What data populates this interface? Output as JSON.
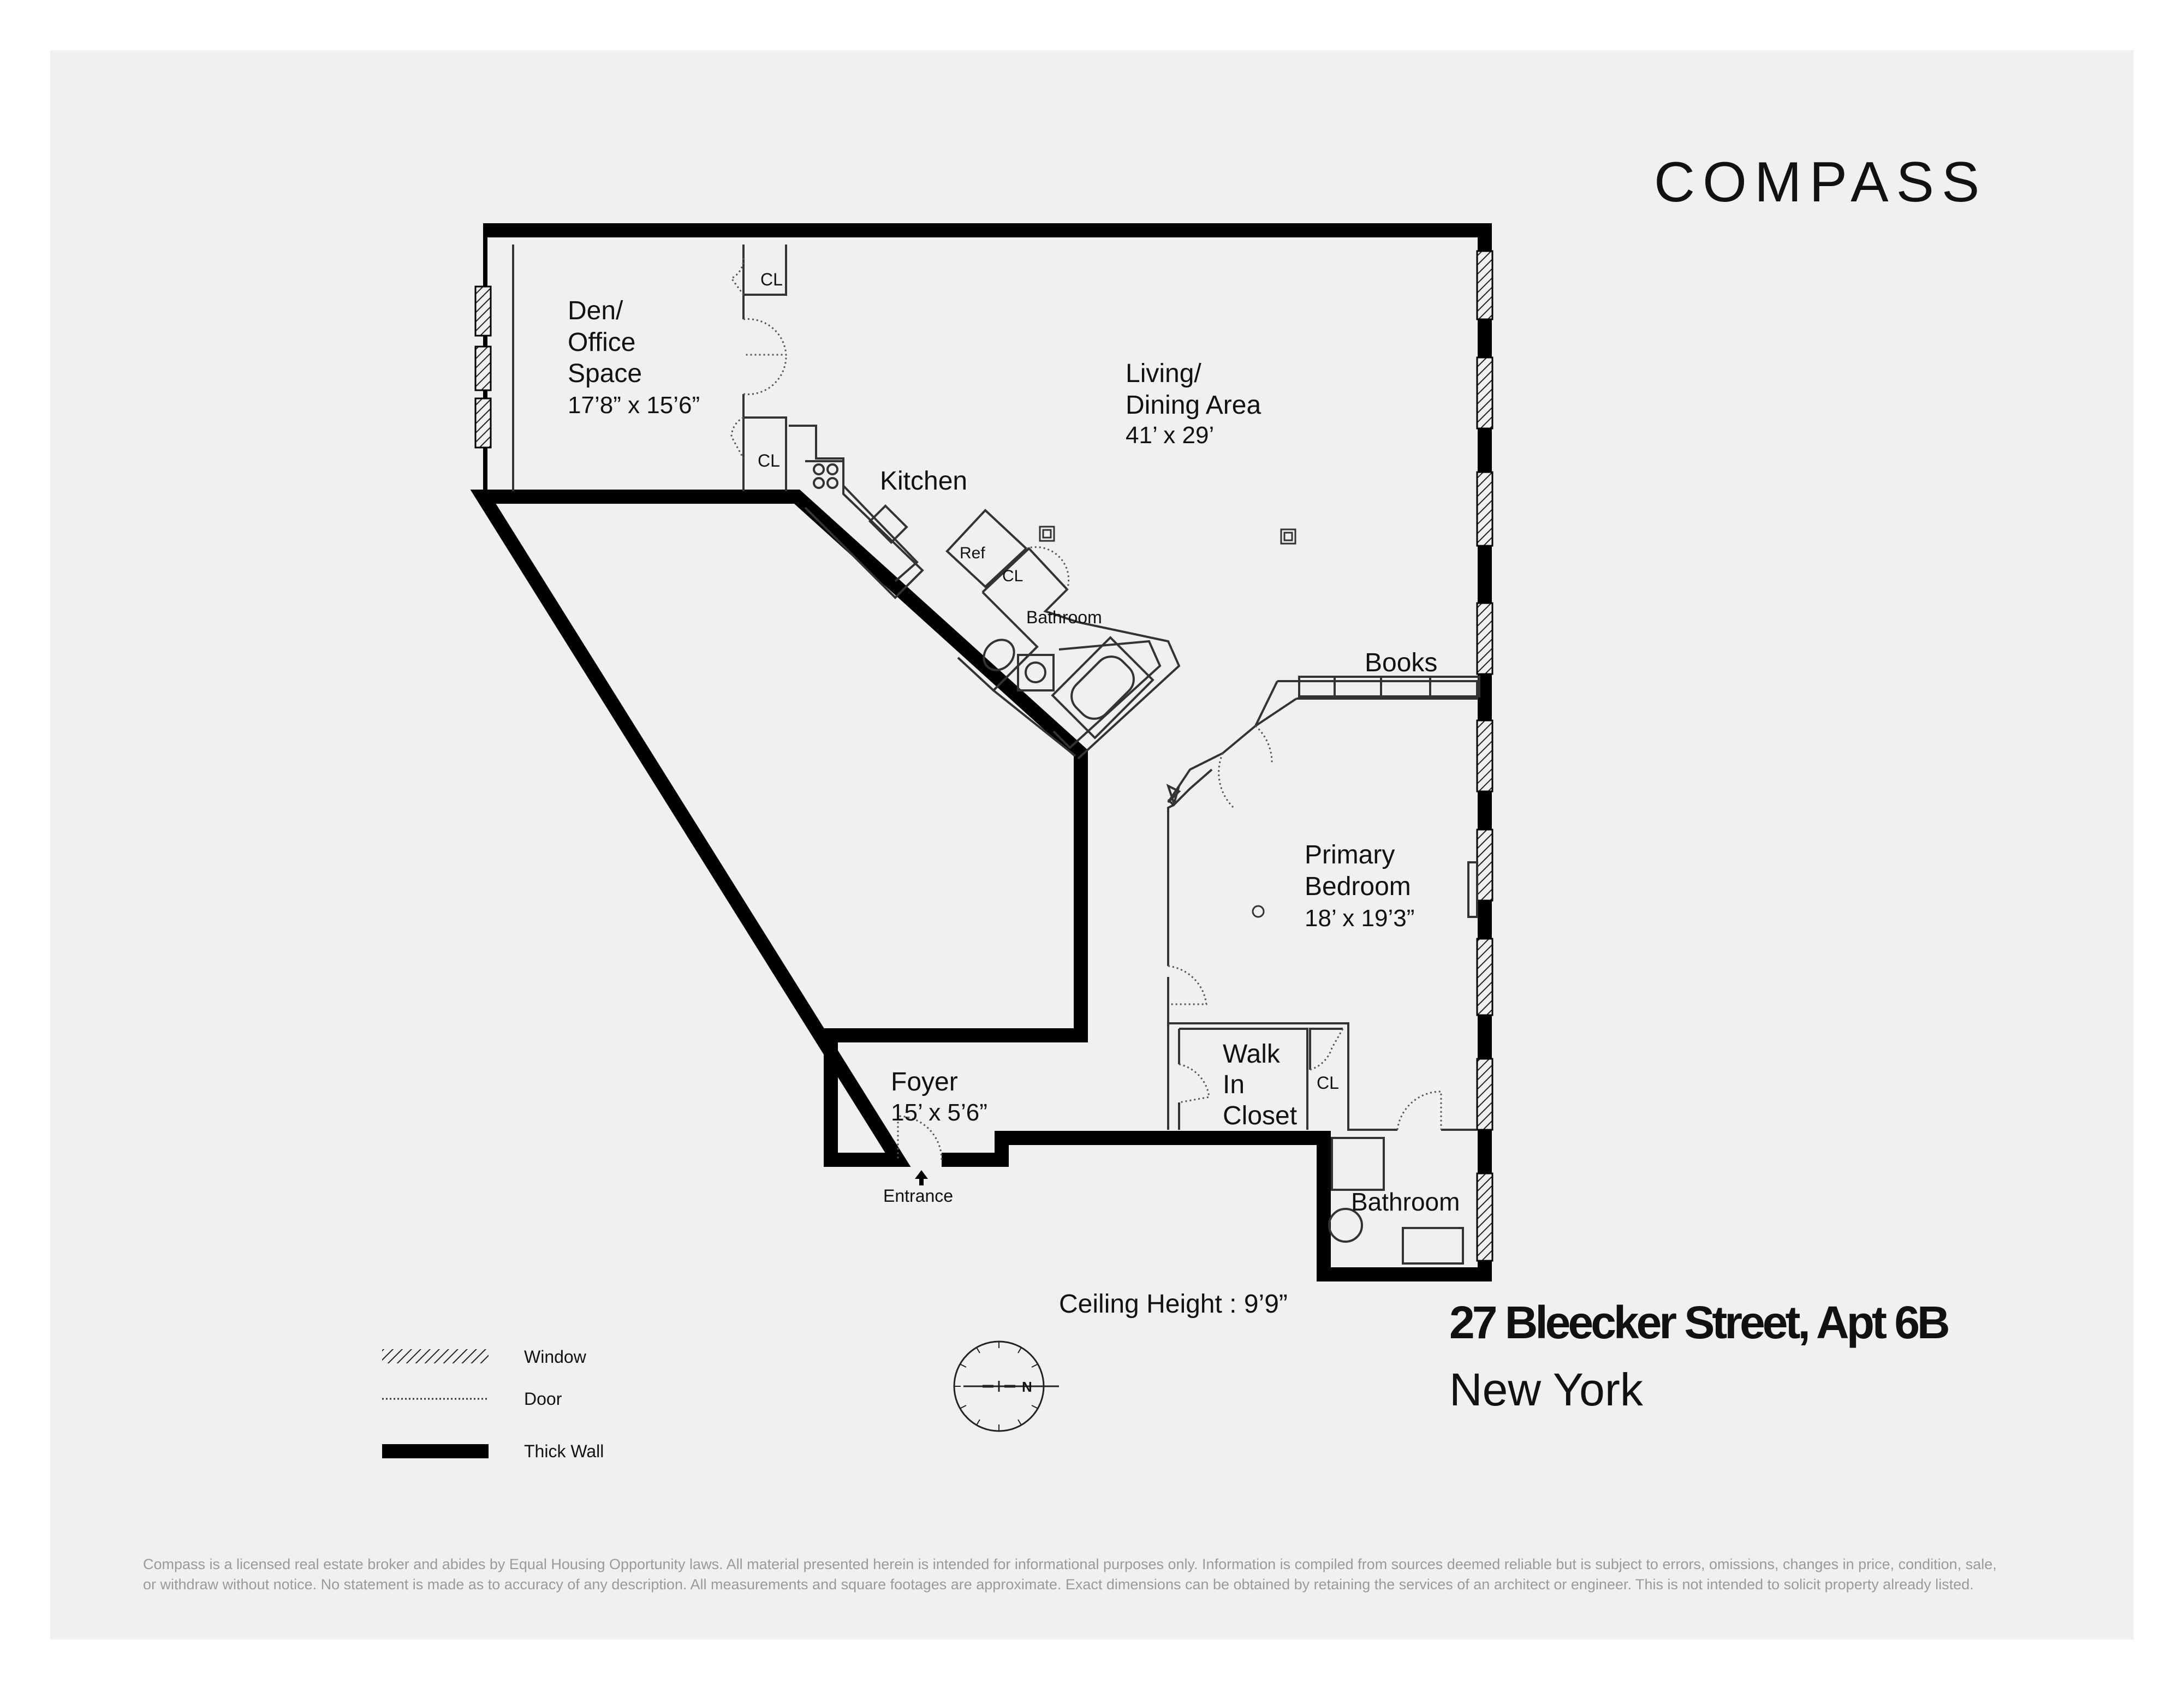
{
  "brand": {
    "logo": "COMPASS"
  },
  "listing": {
    "address": "27 Bleecker Street, Apt 6B",
    "city": "New York",
    "ceiling_height": "Ceiling Height : 9’9”"
  },
  "rooms": {
    "den": {
      "line1": "Den/",
      "line2": "Office",
      "line3": "Space",
      "dims": "17’8” x 15’6”"
    },
    "living": {
      "line1": "Living/",
      "line2": "Dining Area",
      "dims": "41’ x 29’"
    },
    "kitchen": {
      "name": "Kitchen"
    },
    "ref": {
      "name": "Ref"
    },
    "bathroom_small": {
      "name": "Bathroom"
    },
    "books": {
      "name": "Books"
    },
    "primary_bedroom": {
      "line1": "Primary",
      "line2": "Bedroom",
      "dims": "18’ x 19’3”"
    },
    "walk_in_closet": {
      "line1": "Walk",
      "line2": "In",
      "line3": "Closet"
    },
    "foyer": {
      "name": "Foyer",
      "dims": "15’ x 5’6”"
    },
    "bathroom_main": {
      "name": "Bathroom"
    },
    "entrance": {
      "name": "Entrance"
    },
    "closet_label": "CL"
  },
  "compass": {
    "north_label": "N"
  },
  "legend": {
    "window": "Window",
    "door": "Door",
    "thick_wall": "Thick Wall"
  },
  "disclaimer": {
    "line1": "Compass is a licensed real estate broker and abides by Equal Housing Opportunity laws. All material presented herein is intended for informational purposes only. Information is compiled from sources deemed reliable but is subject to errors, omissions, changes in price, condition, sale,",
    "line2": "or withdraw without notice. No statement is made as to accuracy of any description. All measurements and square footages are approximate. Exact dimensions can be obtained by retaining the services of an architect or engineer. This is not intended to solicit property already listed."
  },
  "colors": {
    "sheet": "#f0f0f1",
    "wall": "#000000",
    "text": "#111111",
    "disclaimer": "#9a9a9a"
  }
}
